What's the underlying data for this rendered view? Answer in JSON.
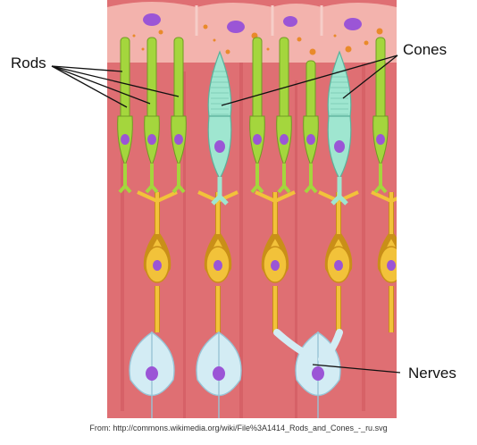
{
  "labels": {
    "rods": "Rods",
    "cones": "Cones",
    "nerves": "Nerves"
  },
  "caption": "From: http://commons.wikimedia.org/wiki/File%3A1414_Rods_and_Cones_-_ru.svg",
  "colors": {
    "tissue": "#df6f73",
    "tissue_light": "#f3b3ad",
    "rod": "#a4d63d",
    "rod_outline": "#6f9c22",
    "cone": "#9fe6d0",
    "cone_outline": "#5bb19b",
    "bipolar": "#f2c23a",
    "bipolar_outline": "#c98f18",
    "ganglion": "#d3ecf4",
    "ganglion_outline": "#98c4d6",
    "nucleus": "#9b55d6",
    "pigment": "#e98a2a"
  }
}
